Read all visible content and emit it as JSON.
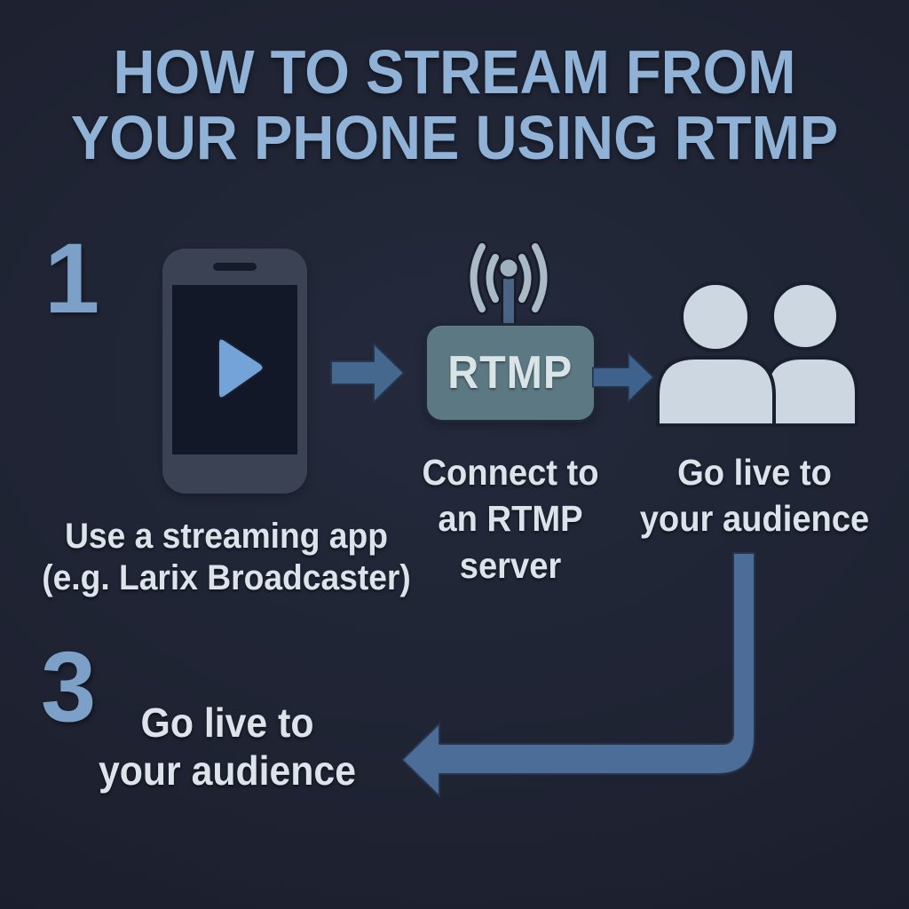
{
  "title": {
    "text": "HOW TO STREAM FROM\nYOUR PHONE USING RTMP"
  },
  "steps": {
    "step1": {
      "number": "1",
      "caption": "Use a streaming app\n(e.g. Larix Broadcaster)",
      "icon": "smartphone-play-icon"
    },
    "step2": {
      "rtmp_label": "RTMP",
      "rtmp_caption": "Connect to\nan RTMP\nserver",
      "audience_caption": "Go live to\nyour audience",
      "icons": [
        "broadcast-antenna-icon",
        "audience-people-icon",
        "arrow-right-icon"
      ]
    },
    "step3": {
      "number": "3",
      "caption": "Go live to\nyour audience",
      "icon": "bent-arrow-left-icon"
    }
  },
  "colors": {
    "background": "#1e2231",
    "title": "#8fb2d6",
    "step_number": "#7da0c8",
    "caption_text": "#dde3ea",
    "arrow": "#45688f",
    "bent_arrow": "#4b6d97",
    "rtmp_box": "#5c7883",
    "rtmp_text": "#d9e4e7",
    "phone_body": "#3b4254",
    "phone_screen": "#131828",
    "play_button": "#74a3d8",
    "people": "#cdd7e2",
    "antenna_waves": "#a9b9c6",
    "antenna_stem": "#4a6584"
  }
}
